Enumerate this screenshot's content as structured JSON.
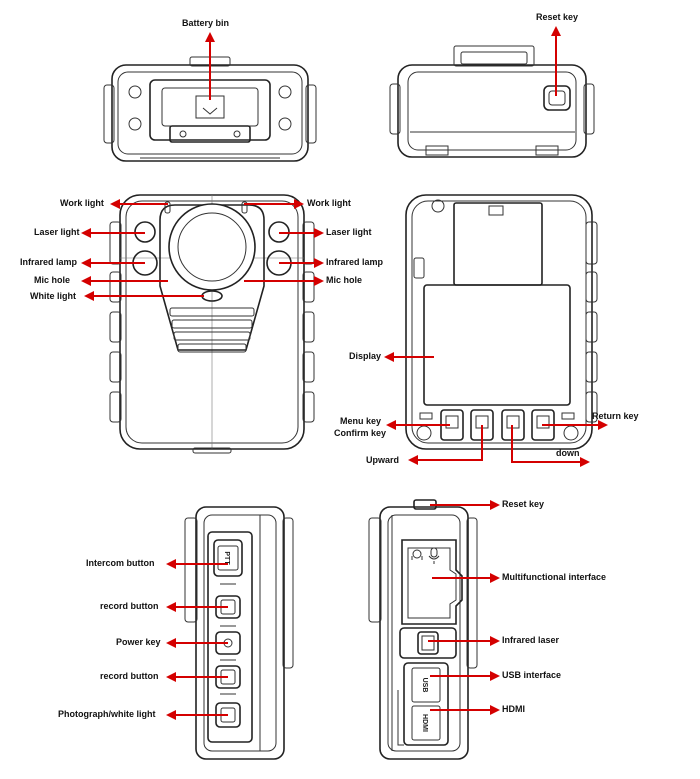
{
  "accent_color": "#d40000",
  "labels": {
    "battery_bin": "Battery bin",
    "reset_key_top": "Reset key",
    "work_light_left": "Work light",
    "work_light_right": "Work light",
    "laser_light_left": "Laser light",
    "laser_light_right": "Laser light",
    "infrared_lamp_left": "Infrared lamp",
    "infrared_lamp_right": "Infrared lamp",
    "mic_hole_left": "Mic hole",
    "mic_hole_right": "Mic hole",
    "white_light": "White light",
    "display": "Display",
    "menu_key": "Menu key",
    "confirm_key": "Confirm key",
    "return_key": "Return key",
    "upward": "Upward",
    "down": "down",
    "intercom_button": "Intercom button",
    "record_button_1": "record button",
    "power_key": "Power key",
    "record_button_2": "record button",
    "photograph_white_light": "Photograph/white light",
    "reset_key_side": "Reset key",
    "multifunctional_interface": "Multifunctional interface",
    "infrared_laser": "Infrared laser",
    "usb_interface": "USB interface",
    "hdmi": "HDMI"
  },
  "device_text": {
    "ptt": "PTT",
    "usb": "USB",
    "hdmi": "HDMI"
  }
}
